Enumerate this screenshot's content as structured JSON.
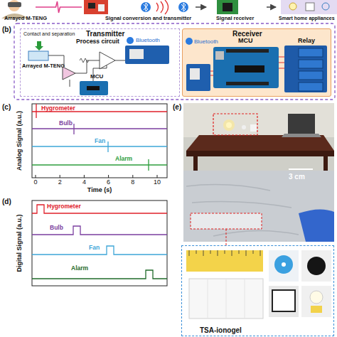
{
  "diagram": {
    "nodes": [
      {
        "text": [
          "Arrayed M-TENG"
        ]
      },
      {
        "text": [
          "Signal conversion and transmitter"
        ]
      },
      {
        "text": [
          "Signal receiver"
        ]
      },
      {
        "text": [
          "Smart home appliances"
        ]
      },
      {
        "text": [
          "Transmitter",
          "Contact and separation",
          "Process circuit",
          "Bluetooth",
          "Arrayed M-TENG",
          "MCU"
        ]
      },
      {
        "text": [
          "Receiver",
          "Bluetooth",
          "MCU",
          "Relay"
        ]
      },
      {
        "text": [
          "TSA-ionogel"
        ]
      }
    ],
    "edges": [
      {
        "from": 0,
        "to": 1,
        "arrow": "none"
      },
      {
        "from": 1,
        "to": 2,
        "arrow": "to"
      },
      {
        "from": 2,
        "to": 3,
        "arrow": "to"
      }
    ],
    "labels": [
      "(b)",
      "(c)",
      "Analog Signal (a.u.)",
      "Hygrometer",
      "Bulb",
      "Fan",
      "Alarm",
      "0",
      "2",
      "4",
      "6",
      "8",
      "10",
      "Time (s)",
      "(d)",
      "Digital Signal (a.u.)",
      "Hygrometer",
      "Bulb",
      "Fan",
      "Alarm",
      "(e)",
      "3 cm"
    ]
  }
}
